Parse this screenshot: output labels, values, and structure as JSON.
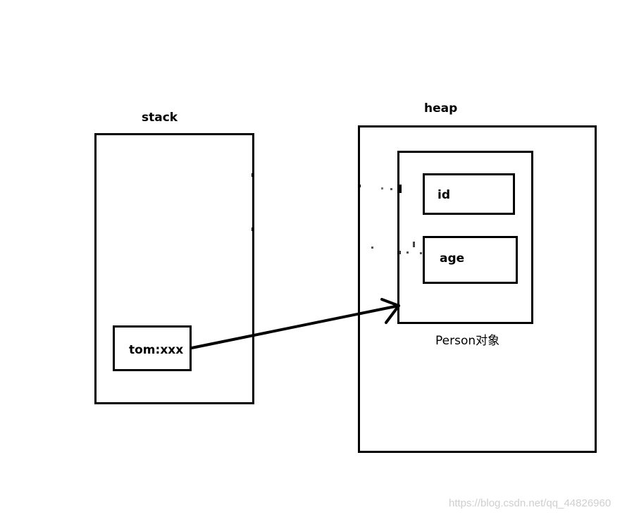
{
  "stack": {
    "title": "stack"
  },
  "heap": {
    "title": "heap"
  },
  "reference": {
    "label": "tom:xxx"
  },
  "object": {
    "caption": "Person对象",
    "fields": [
      {
        "label": "id"
      },
      {
        "label": "age"
      }
    ]
  },
  "watermark": {
    "text": "https://blog.csdn.net/qq_44826960"
  }
}
